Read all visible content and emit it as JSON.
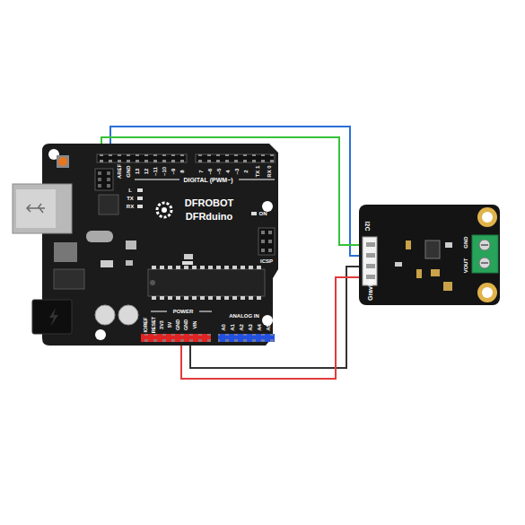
{
  "diagram": {
    "nodes": [
      {
        "text": [
          "DFROBOT",
          "DFRduino"
        ]
      },
      {
        "text": [
          "I2C",
          "Gravity"
        ]
      }
    ],
    "edges": [
      {
        "from": 0,
        "to": 1,
        "arrow": "none"
      },
      {
        "from": 0,
        "to": 1,
        "arrow": "none"
      },
      {
        "from": 0,
        "to": 1,
        "arrow": "none"
      },
      {
        "from": 0,
        "to": 1,
        "arrow": "none"
      }
    ],
    "labels": [
      "AREF",
      "GND",
      "13",
      "12",
      "~11",
      "~10",
      "~9",
      "8",
      "7",
      "~6",
      "~5",
      "4",
      "~3",
      "2",
      "TX 1",
      "RX 0",
      "DIGITAL (PWM~)",
      "L",
      "TX",
      "RX",
      "ON",
      "ICSP",
      "IOREF",
      "RESET",
      "3V3",
      "5V",
      "GND",
      "GND",
      "VIN",
      "POWER",
      "ANALOG IN",
      "A0",
      "A1",
      "A2",
      "A3",
      "A4",
      "A5",
      "VOUT",
      "GND"
    ]
  }
}
